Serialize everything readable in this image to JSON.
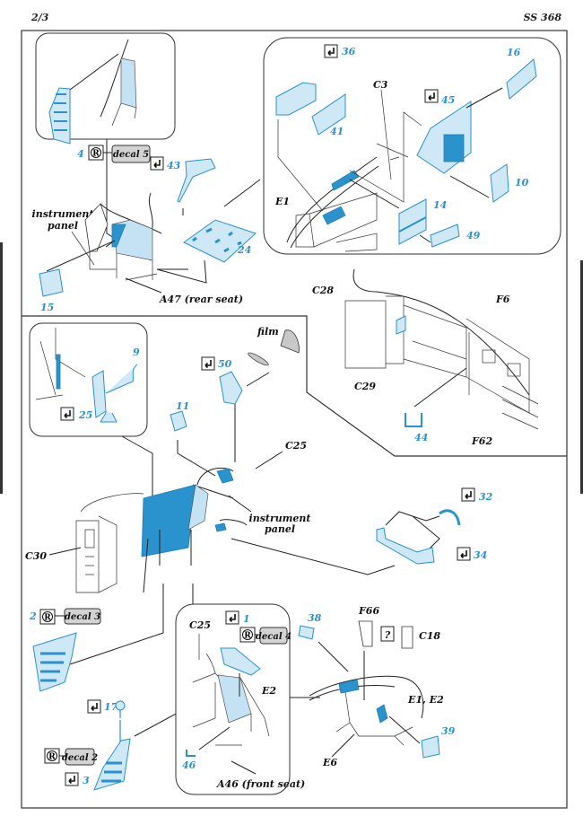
{
  "header": {
    "page": "2/3",
    "code": "SS 368"
  },
  "colors": {
    "part_blue": "#2a92cc",
    "part_light": "#c4e2f4",
    "decal_gray": "#d3d3d3"
  },
  "icons": {
    "fold": "fold-arrow-icon",
    "decal": "registered-decal-icon",
    "question": "question-mark-icon"
  },
  "top_left": {
    "inset": {
      "part": "4",
      "decal": "decal 5"
    },
    "instrument_panel": [
      "instrument",
      "panel"
    ],
    "part_43": "43",
    "part_24": "24",
    "part_15": "15",
    "seat": "A47 (rear seat)"
  },
  "top_right": {
    "part_36": "36",
    "part_41": "41",
    "c3": "C3",
    "part_45": "45",
    "part_16": "16",
    "part_10": "10",
    "e1": "E1",
    "part_14": "14",
    "part_49": "49"
  },
  "middle_right": {
    "c28": "C28",
    "f6": "F6",
    "c29": "C29",
    "part_44": "44",
    "f62": "F62"
  },
  "middle_left": {
    "film": "film",
    "part_50": "50",
    "part_9": "9",
    "part_25": "25",
    "part_11": "11",
    "c25": "C25",
    "instrument_panel": [
      "instrument",
      "panel"
    ],
    "c30": "C30",
    "part_32": "32",
    "part_34": "34"
  },
  "bottom_left": {
    "part_2": "2",
    "decal_3": "decal 3",
    "part_17": "17",
    "decal_2": "decal 2",
    "part_3": "3"
  },
  "bottom_inset": {
    "part_1": "1",
    "decal_4": "decal 4",
    "c25": "C25",
    "e2": "E2",
    "part_46": "46",
    "seat": "A46 (front seat)"
  },
  "bottom_right": {
    "part_38": "38",
    "f66": "F66",
    "question": "?",
    "c18": "C18",
    "e1_e2": "E1, E2",
    "e6": "E6",
    "part_39": "39"
  }
}
